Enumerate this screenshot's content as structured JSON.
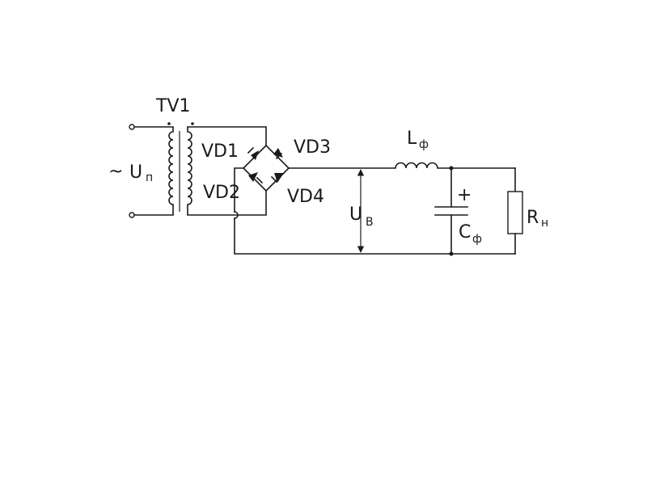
{
  "labels": {
    "transformer": "TV1",
    "diode1": "VD1",
    "diode2": "VD2",
    "diode3": "VD3",
    "diode4": "VD4",
    "source_tilde": "~",
    "source_main": "U",
    "source_sub": "п",
    "inductor_main": "L",
    "inductor_sub": "ф",
    "capacitor_plus": "+",
    "capacitor_main": "C",
    "capacitor_sub": "ф",
    "resistor_main": "R",
    "resistor_sub": "н",
    "voltage_main": "U",
    "voltage_sub": "В"
  }
}
